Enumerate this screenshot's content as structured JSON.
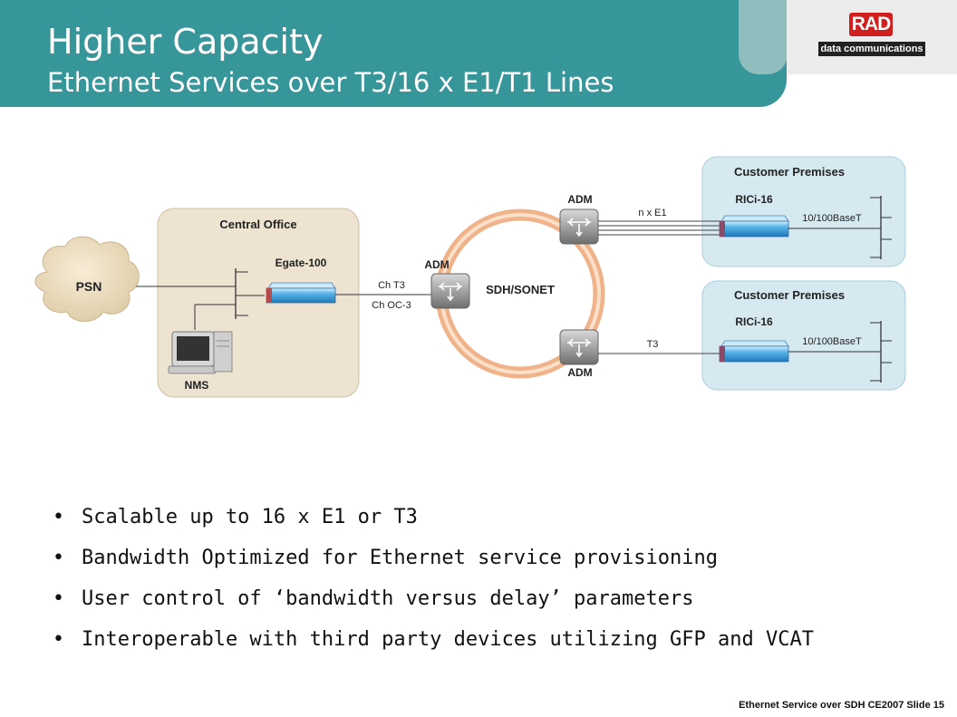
{
  "header": {
    "title": "Higher Capacity",
    "subtitle": "Ethernet Services over T3/16 x E1/T1 Lines",
    "logo_text": "RAD",
    "logo_subtext": "data communications"
  },
  "diagram": {
    "psn_label": "PSN",
    "central_office": {
      "title": "Central Office",
      "device_label": "Egate-100",
      "nms_label": "NMS"
    },
    "links": {
      "ch_t3": "Ch T3",
      "ch_oc3": "Ch OC-3",
      "n_x_e1": "n x E1",
      "t3": "T3"
    },
    "ring_label": "SDH/SONET",
    "adm_labels": [
      "ADM",
      "ADM",
      "ADM"
    ],
    "customer_premises": [
      {
        "title": "Customer Premises",
        "device_label": "RICi-16",
        "port_label": "10/100BaseT"
      },
      {
        "title": "Customer Premises",
        "device_label": "RICi-16",
        "port_label": "10/100BaseT"
      }
    ],
    "colors": {
      "central_office_fill": "#ede3d0",
      "premises_fill": "#d6e9f1",
      "ring_color": "#f0b389",
      "device_blue": "#3a9fdc",
      "adm_gray": "#9a9a9a"
    }
  },
  "bullets": [
    "Scalable up to 16 x E1 or T3",
    "Bandwidth Optimized for Ethernet service provisioning",
    "User control of ‘bandwidth versus delay’ parameters",
    "Interoperable with third party devices utilizing GFP and VCAT"
  ],
  "footer": "Ethernet Service over SDH  CE2007 Slide 15"
}
